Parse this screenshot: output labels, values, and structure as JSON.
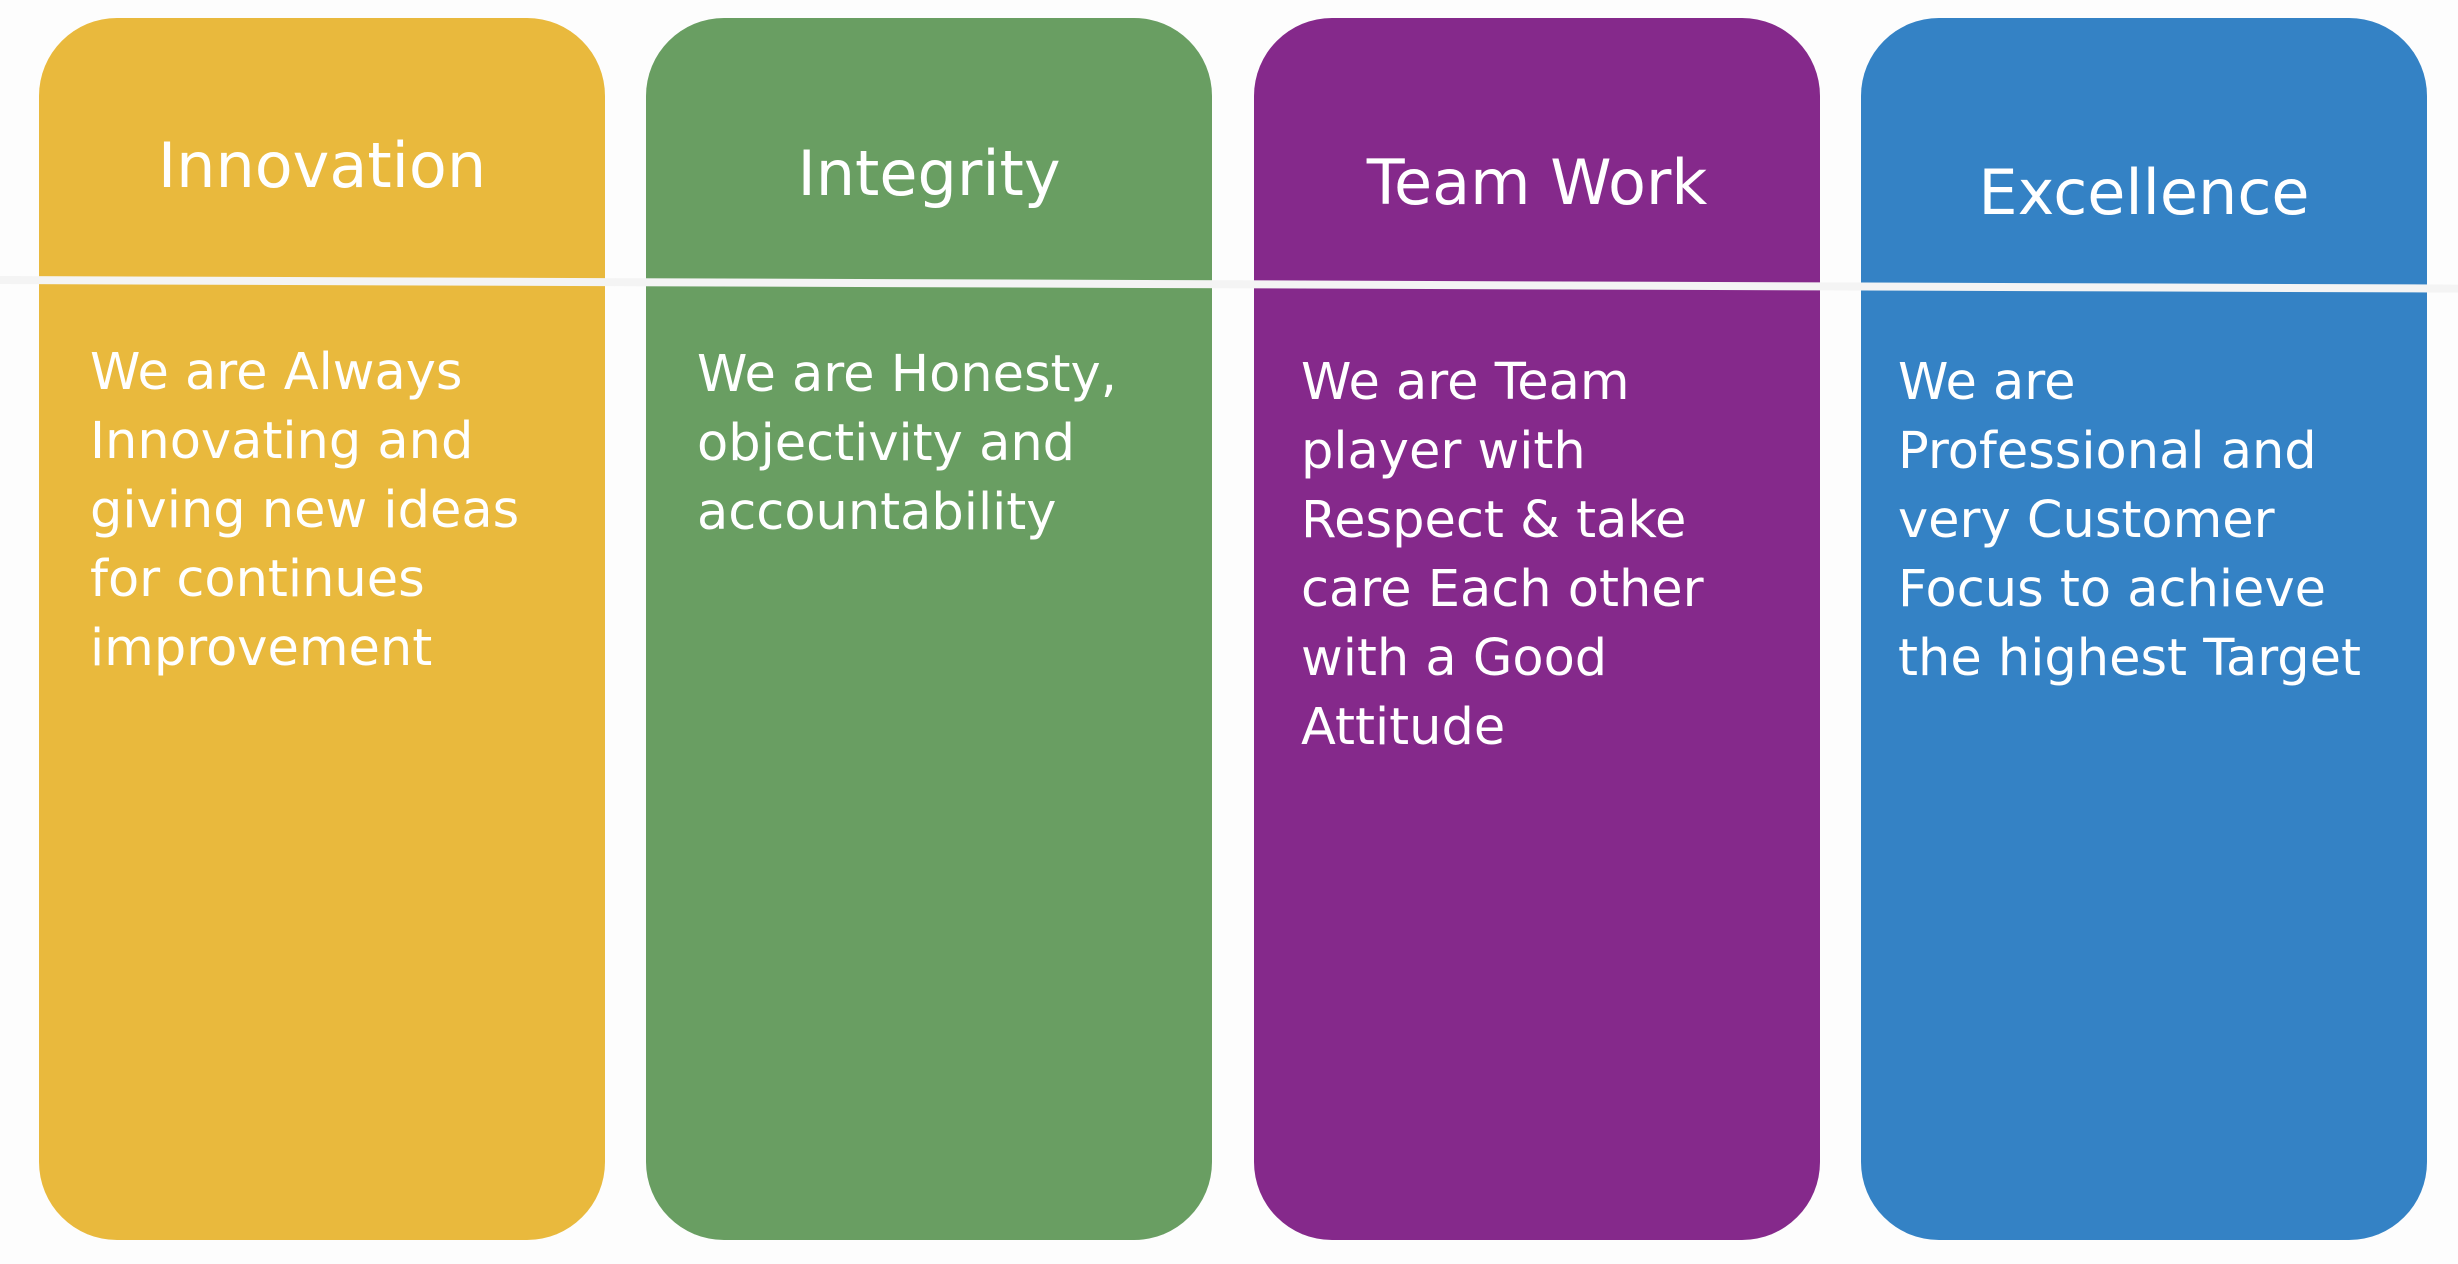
{
  "cards": [
    {
      "title": "Innovation",
      "body": "We are Always\nInnovating and\ngiving new ideas\nfor continues\nimprovement",
      "color": "#e9b93d"
    },
    {
      "title": "Integrity",
      "body": "We are Honesty,\nobjectivity and\naccountability",
      "color": "#699e62"
    },
    {
      "title": "Team Work",
      "body": "We are Team\nplayer with\nRespect & take\ncare Each other\nwith a Good\nAttitude",
      "color": "#85298b"
    },
    {
      "title": "Excellence",
      "body": "We are\nProfessional and\nvery Customer\nFocus to achieve\nthe highest Target",
      "color": "#3482c5"
    }
  ]
}
